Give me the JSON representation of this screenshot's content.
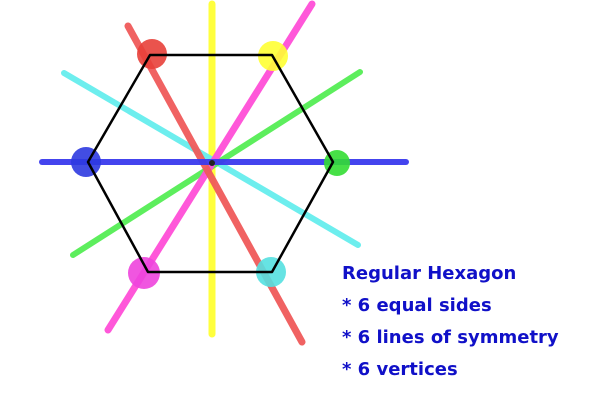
{
  "caption": {
    "title": "Regular Hexagon",
    "facts": [
      "* 6 equal sides",
      "* 6 lines of symmetry",
      "* 6 vertices"
    ]
  },
  "colors": {
    "hexagon_outline": "#000000",
    "caption_text": "#1010c8",
    "lines": {
      "yellow": "#ffff33",
      "magenta": "#ff4fd8",
      "green": "#55ee55",
      "cyan": "#66eeee",
      "blue": "#3a3aee",
      "red": "#f05a5a"
    },
    "vertex_markers": {
      "top-left": "#e8403a",
      "top-right": "#ffff33",
      "right": "#33dd33",
      "bottom-right": "#55e0e0",
      "bottom-left": "#ee44dd",
      "left": "#2d3ae0"
    }
  }
}
